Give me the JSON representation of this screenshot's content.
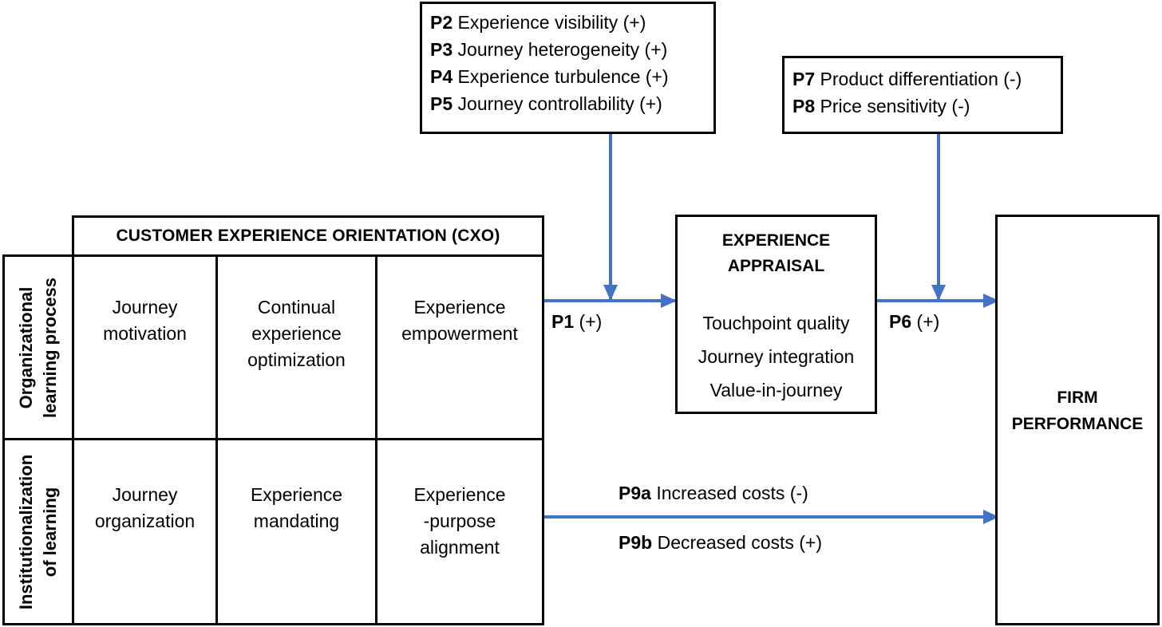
{
  "moderators_top": [
    {
      "code": "P2",
      "text": "Experience visibility (+)"
    },
    {
      "code": "P3",
      "text": "Journey heterogeneity (+)"
    },
    {
      "code": "P4",
      "text": "Experience turbulence (+)"
    },
    {
      "code": "P5",
      "text": "Journey controllability (+)"
    }
  ],
  "moderators_right": [
    {
      "code": "P7",
      "text": "Product differentiation (-)"
    },
    {
      "code": "P8",
      "text": "Price sensitivity (-)"
    }
  ],
  "cxo": {
    "title": "CUSTOMER EXPERIENCE ORIENTATION (CXO)",
    "rows": [
      {
        "label": [
          "Organizational",
          "learning process"
        ],
        "cells": [
          [
            "Journey",
            "motivation"
          ],
          [
            "Continual",
            "experience",
            "optimization"
          ],
          [
            "Experience",
            "empowerment"
          ]
        ]
      },
      {
        "label": [
          "Institutionalization",
          "of learning"
        ],
        "cells": [
          [
            "Journey",
            "organization"
          ],
          [
            "Experience",
            "mandating"
          ],
          [
            "Experience",
            "-purpose",
            "alignment"
          ]
        ]
      }
    ]
  },
  "appraisal": {
    "title": [
      "EXPERIENCE",
      "APPRAISAL"
    ],
    "items": [
      "Touchpoint quality",
      "Journey integration",
      "Value-in-journey"
    ]
  },
  "performance": {
    "title": [
      "FIRM",
      "PERFORMANCE"
    ]
  },
  "paths": {
    "p1": {
      "code": "P1",
      "text": "(+)"
    },
    "p6": {
      "code": "P6",
      "text": "(+)"
    },
    "p9a": {
      "code": "P9a",
      "text": "Increased costs (-)"
    },
    "p9b": {
      "code": "P9b",
      "text": "Decreased costs (+)"
    }
  },
  "colors": {
    "arrow": "#4472C4",
    "border": "#000000"
  }
}
